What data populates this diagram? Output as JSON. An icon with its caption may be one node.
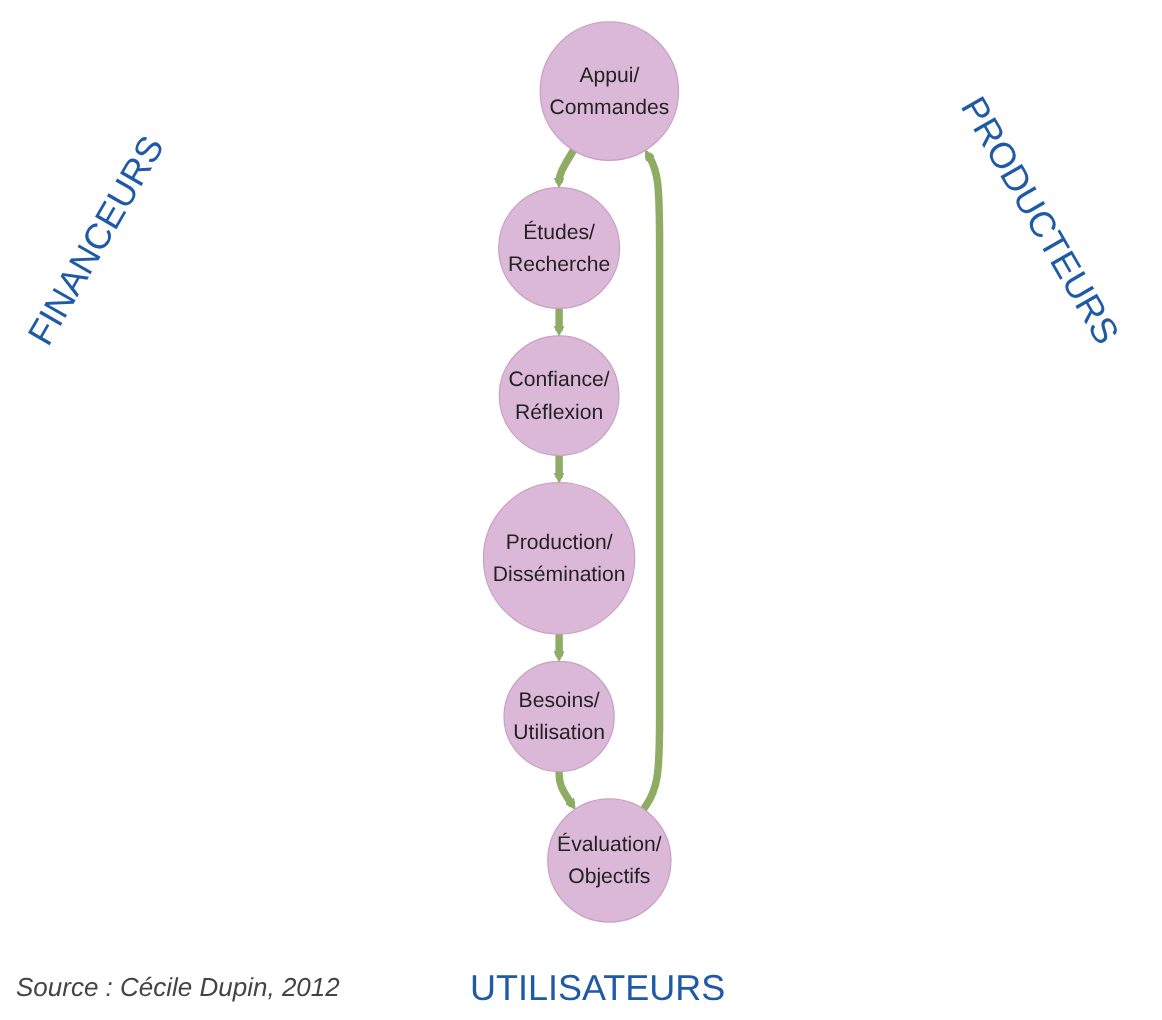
{
  "diagram": {
    "caption": "Source : Cécile Dupin, 2012",
    "nodes": [
      {
        "text": [
          "Appui/ Commandes"
        ]
      },
      {
        "text": [
          "Études/ Recherche"
        ]
      },
      {
        "text": [
          "Évaluation/ Objectifs"
        ]
      },
      {
        "text": [
          "Confiance/ Réflexion"
        ]
      },
      {
        "text": [
          "Besoins/ Utilisation"
        ]
      },
      {
        "text": [
          "Production/ Dissémination"
        ]
      }
    ],
    "edges": [
      {
        "from": 0,
        "to": 1,
        "arrow": "to"
      },
      {
        "from": 1,
        "to": 3,
        "arrow": "to"
      },
      {
        "from": 3,
        "to": 5,
        "arrow": "to"
      },
      {
        "from": 5,
        "to": 4,
        "arrow": "to"
      },
      {
        "from": 4,
        "to": 2,
        "arrow": "to"
      },
      {
        "from": 2,
        "to": 0,
        "arrow": "to"
      }
    ],
    "labels": [
      "FINANCEURS",
      "PRODUCTEURS",
      "UTILISATEURS"
    ]
  }
}
